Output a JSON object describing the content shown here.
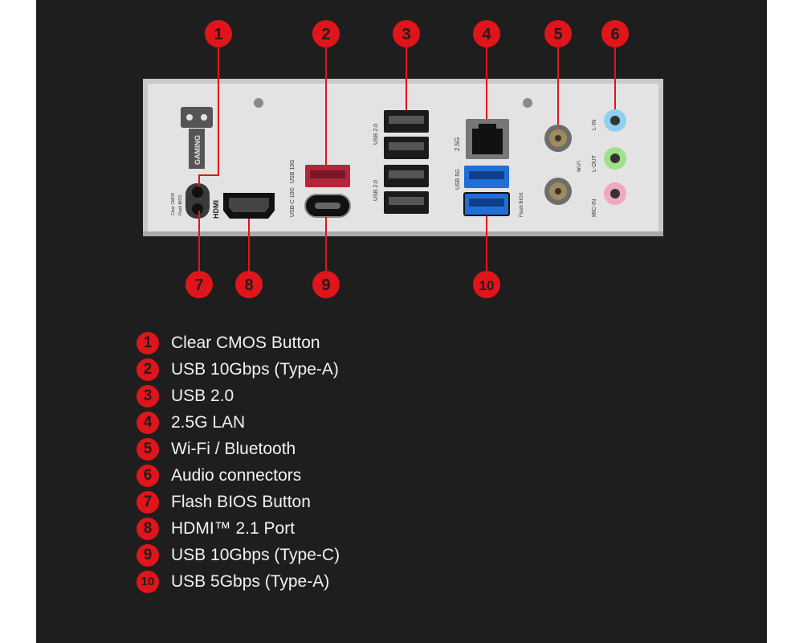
{
  "colors": {
    "background": "#1e1e1e",
    "callout": "#e0151b",
    "panel_plate": "#e3e3e3",
    "legend_text": "#f2f2f2",
    "usb2_port": "#1b1b1b",
    "usb5g_port": "#1f6fd6",
    "usb10g_port": "#b3263a",
    "audio_line_in": "#8fd0ee",
    "audio_line_out": "#9fe08a",
    "audio_mic_in": "#f1a7c2"
  },
  "callouts": [
    {
      "number": "1",
      "label": "Clear CMOS Button"
    },
    {
      "number": "2",
      "label": "USB 10Gbps (Type-A)"
    },
    {
      "number": "3",
      "label": "USB 2.0"
    },
    {
      "number": "4",
      "label": "2.5G LAN"
    },
    {
      "number": "5",
      "label": "Wi-Fi / Bluetooth"
    },
    {
      "number": "6",
      "label": "Audio connectors"
    },
    {
      "number": "7",
      "label": "Flash BIOS Button"
    },
    {
      "number": "8",
      "label": "HDMI™ 2.1 Port"
    },
    {
      "number": "9",
      "label": "USB 10Gbps (Type-C)"
    },
    {
      "number": "10",
      "label": "USB 5Gbps (Type-A)"
    }
  ],
  "panel_labels": {
    "gaming": "GAMING",
    "usb_10g": "USB 10G",
    "usb_c_10g": "USB-C 10G",
    "usb_2_top": "USB 2.0",
    "usb_2_bottom": "USB 2.0",
    "lan_speed": "2.5G",
    "usb_5g": "USB 5G",
    "flash_bios": "Flash BIOS",
    "wifi": "Wi-Fi",
    "line_in": "L-IN",
    "line_out": "L-OUT",
    "mic_in": "MIC-IN",
    "hdmi_logo": "HDMI",
    "cmos_button": "Clear CMOS",
    "bios_button": "Flash BIOS"
  }
}
